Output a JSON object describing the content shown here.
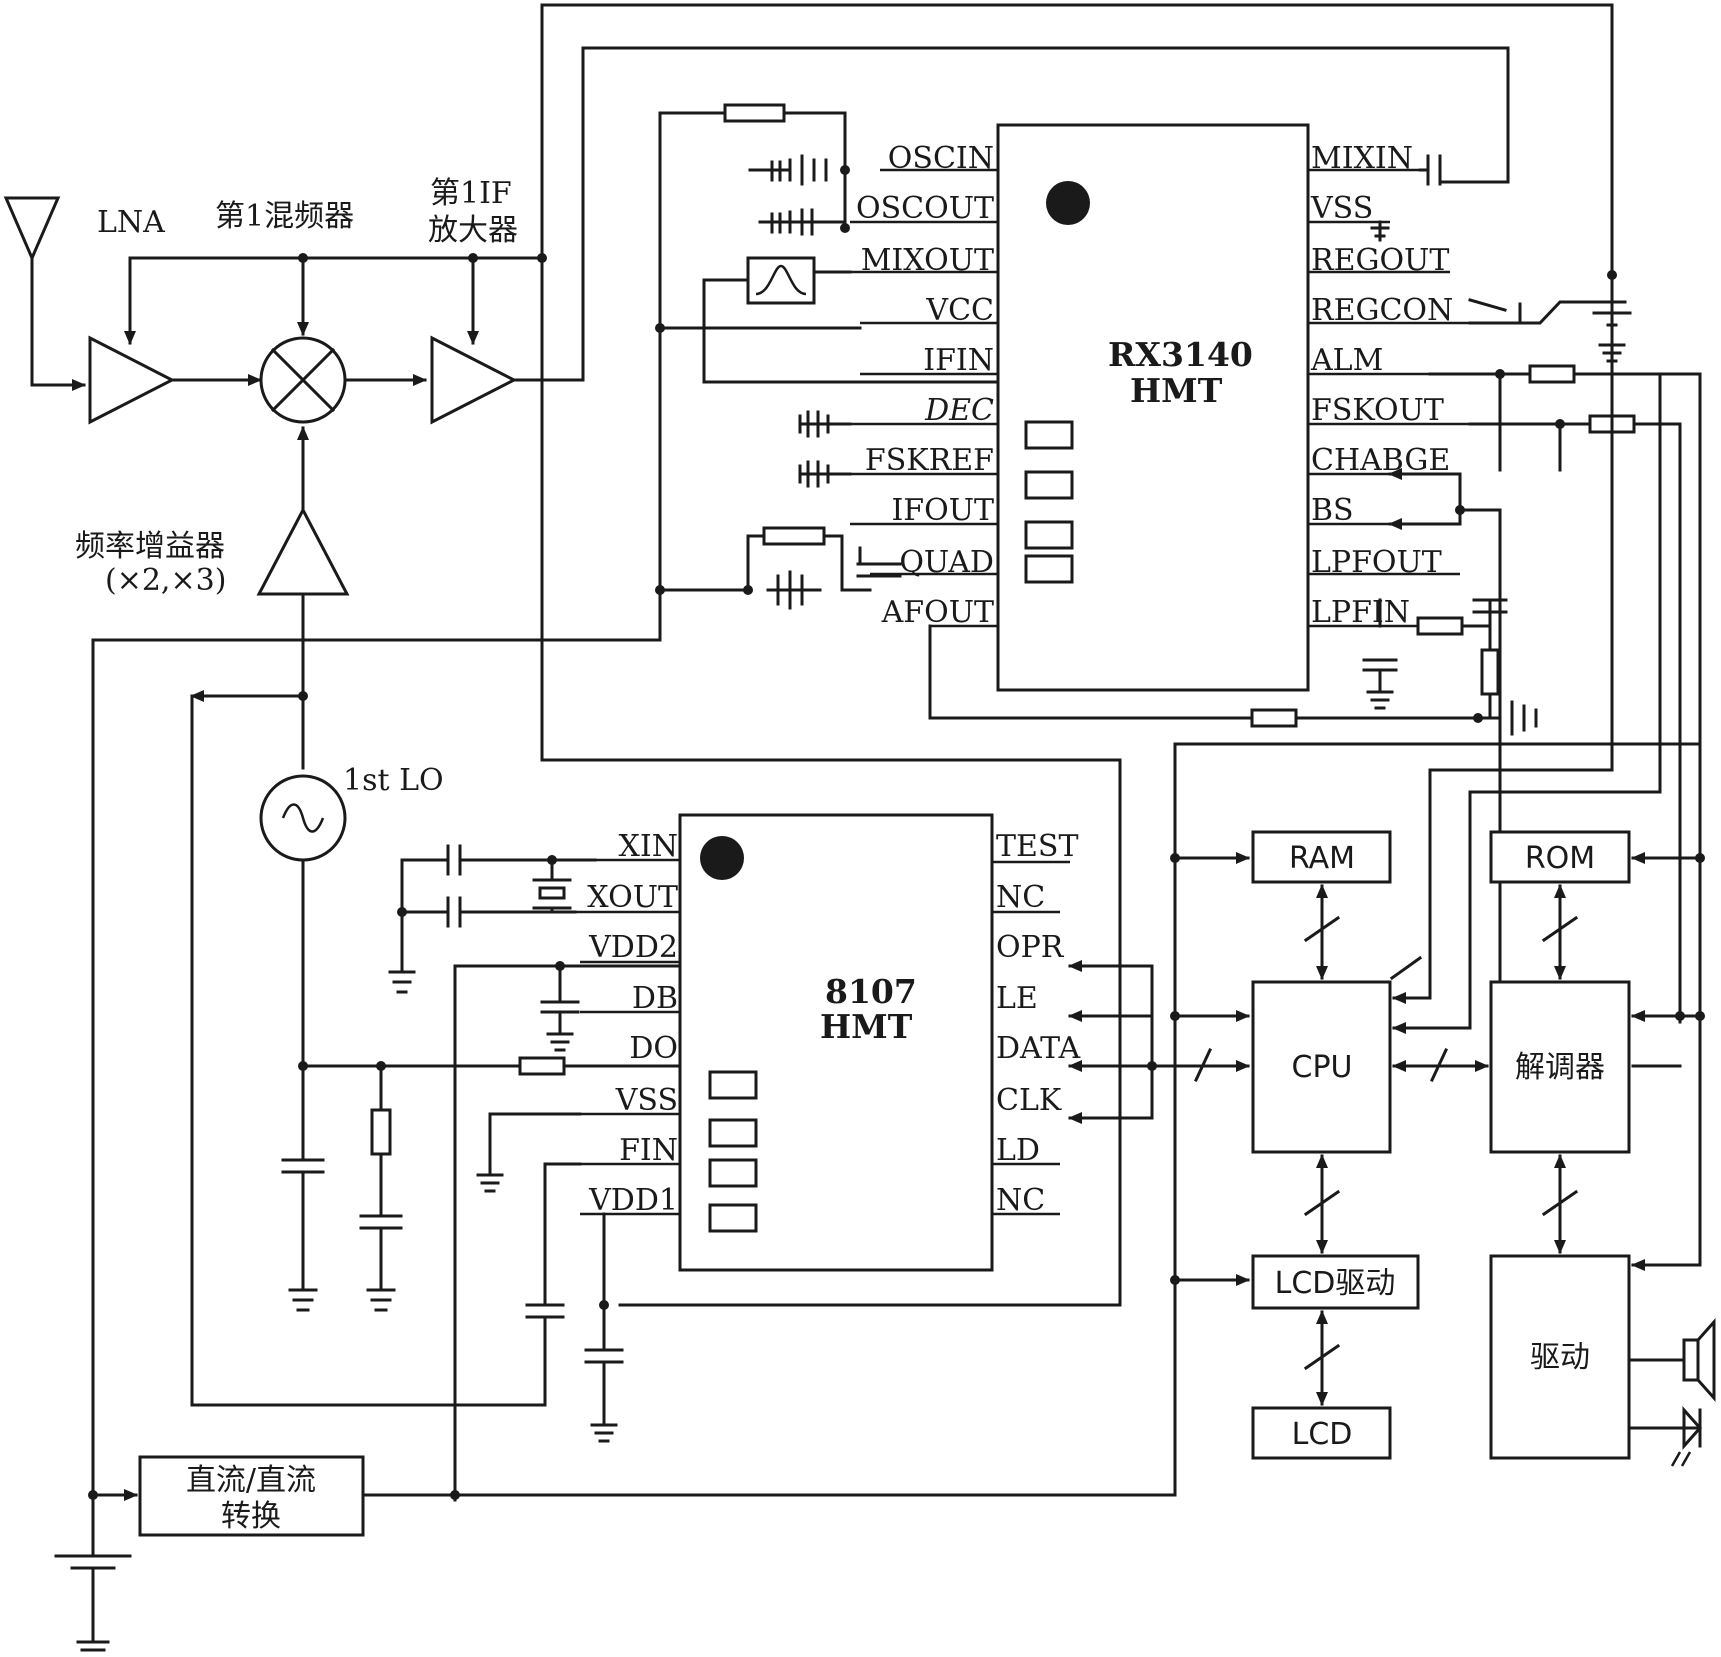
{
  "labels": {
    "lna": "LNA",
    "mixer1": "第1混频器",
    "if_amp_1": "第1IF",
    "if_amp_2": "放大器",
    "freq_mult_1": "频率增益器",
    "freq_mult_2": "(×2,×3)",
    "lo": "1st LO"
  },
  "rx_chip": {
    "name_1": "RX3140",
    "name_2": "HMT",
    "left_pins": [
      "OSCIN",
      "OSCOUT",
      "MIXOUT",
      "VCC",
      "IFIN",
      "DEC",
      "FSKREF",
      "IFOUT",
      "QUAD",
      "AFOUT"
    ],
    "right_pins": [
      "MIXIN",
      "VSS",
      "REGOUT",
      "REGCON",
      "ALM",
      "FSKOUT",
      "CHABGE",
      "BS",
      "LPFOUT",
      "LPFIN"
    ]
  },
  "pll_chip": {
    "name_1": "8107",
    "name_2": "HMT",
    "left_pins": [
      "XIN",
      "XOUT",
      "VDD2",
      "DB",
      "DO",
      "VSS",
      "FIN",
      "VDD1"
    ],
    "right_pins": [
      "TEST",
      "NC",
      "OPR",
      "LE",
      "DATA",
      "CLK",
      "LD",
      "NC"
    ]
  },
  "blocks": {
    "ram": "RAM",
    "rom": "ROM",
    "cpu": "CPU",
    "demod": "解调器",
    "lcd_driver": "LCD驱动",
    "lcd": "LCD",
    "driver": "驱动",
    "dcdc_1": "直流/直流",
    "dcdc_2": "转换"
  }
}
